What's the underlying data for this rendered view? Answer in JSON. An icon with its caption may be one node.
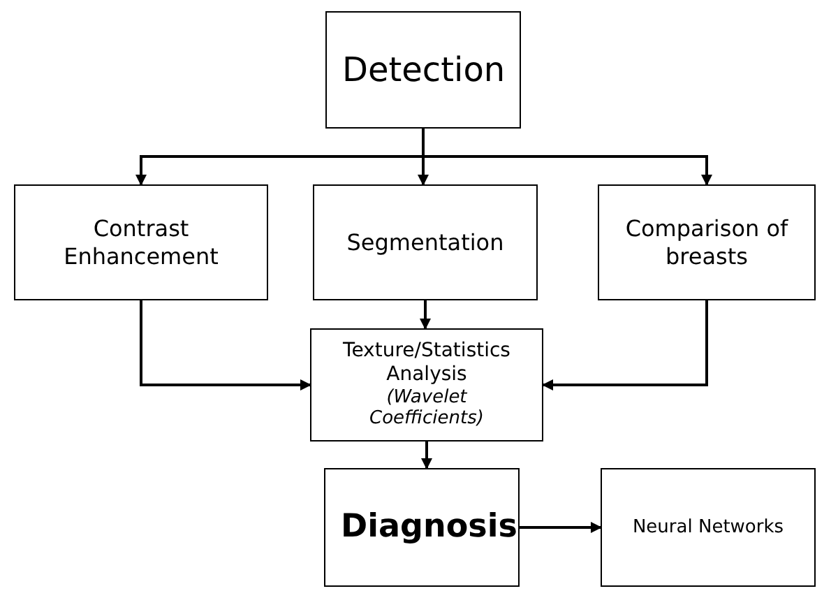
{
  "diagram": {
    "nodes": [
      {
        "text": [
          "Detection"
        ]
      },
      {
        "text": [
          "Contrast Enhancement"
        ]
      },
      {
        "text": [
          "Segmentation"
        ]
      },
      {
        "text": [
          "Comparison of breasts"
        ]
      },
      {
        "text": [
          "Texture/Statistics Analysis",
          "(Wavelet Coefficients)"
        ]
      },
      {
        "text": [
          "Diagnosis"
        ]
      },
      {
        "text": [
          "Neural Networks"
        ]
      }
    ],
    "edges": [
      {
        "from": 0,
        "to": 1,
        "arrow": "to"
      },
      {
        "from": 0,
        "to": 2,
        "arrow": "to"
      },
      {
        "from": 0,
        "to": 3,
        "arrow": "to"
      },
      {
        "from": 2,
        "to": 4,
        "arrow": "to"
      },
      {
        "from": 1,
        "to": 4,
        "arrow": "to"
      },
      {
        "from": 3,
        "to": 4,
        "arrow": "to"
      },
      {
        "from": 4,
        "to": 5,
        "arrow": "to"
      },
      {
        "from": 5,
        "to": 6,
        "arrow": "to"
      }
    ]
  }
}
